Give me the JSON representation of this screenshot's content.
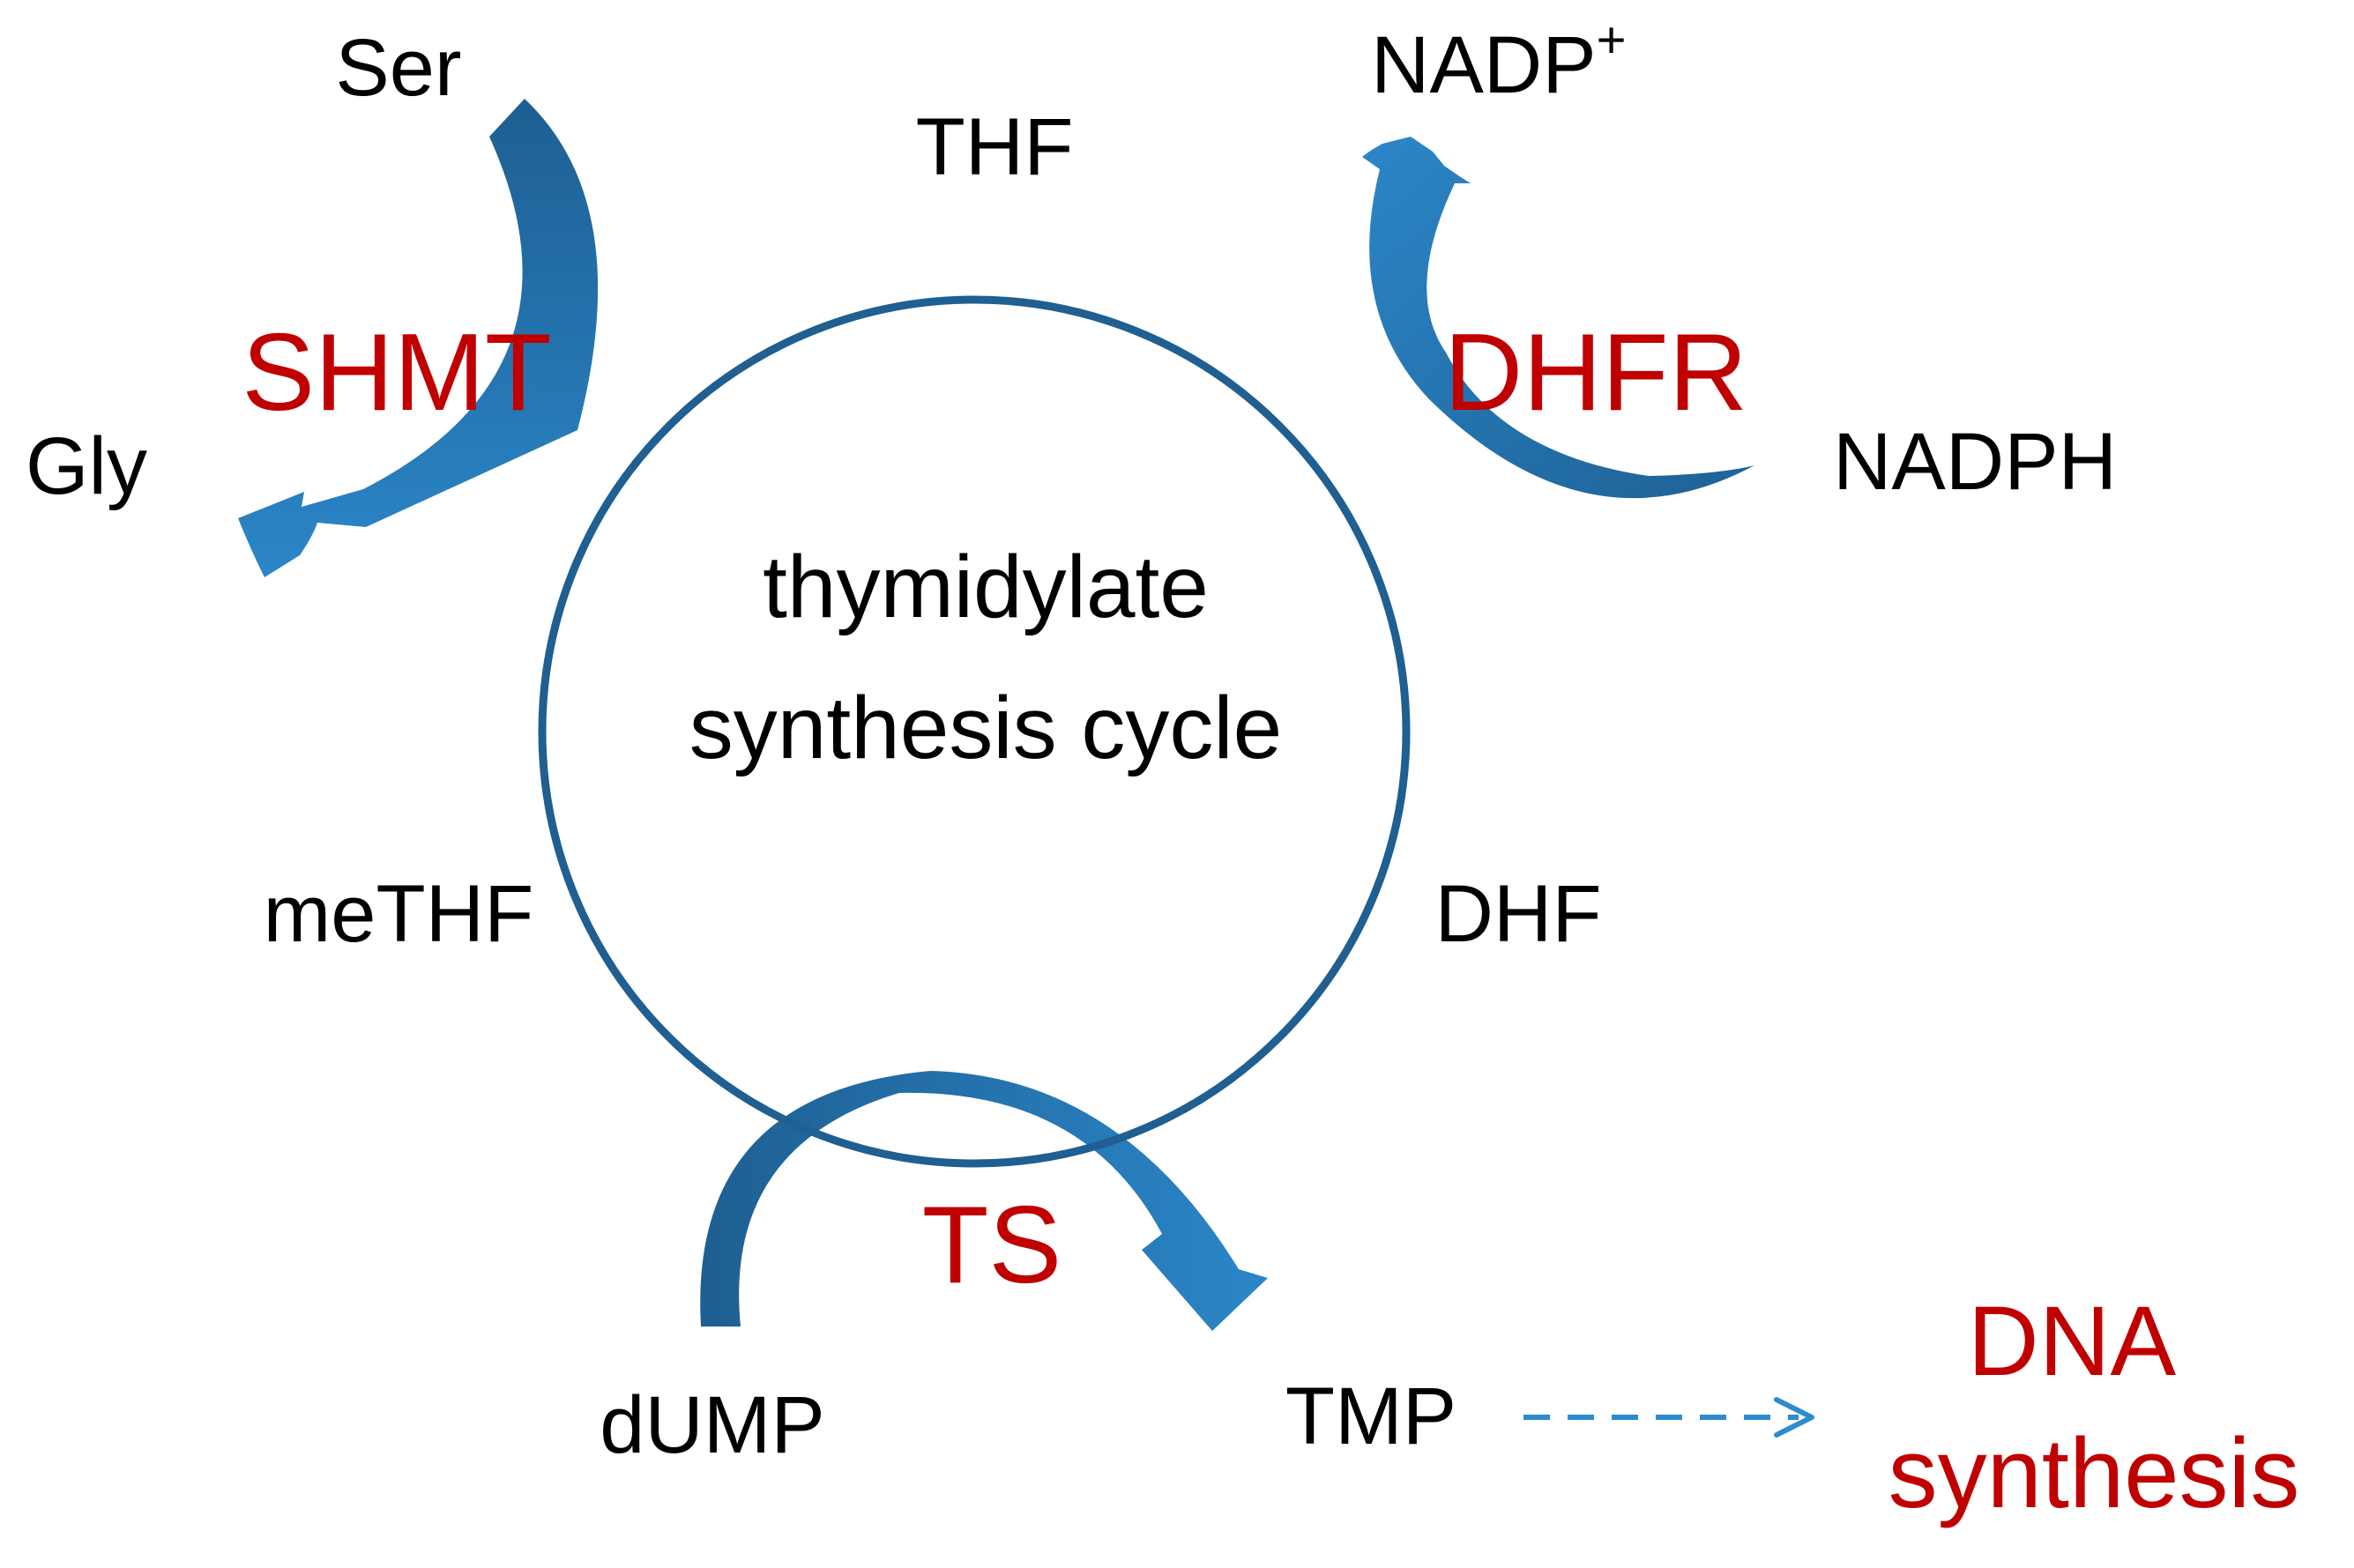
{
  "colors": {
    "cycle_ring": "#1f5f91",
    "arrow_dark": "#1e5f92",
    "arrow_light": "#2b86c8",
    "dashed_arrow": "#2e8bd0",
    "enzyme_text": "#c00000",
    "metabolite_text": "#000000"
  },
  "cycle": {
    "center_line1": "thymidylate",
    "center_line2": "synthesis cycle"
  },
  "metabolites": {
    "thf": "THF",
    "dhf": "DHF",
    "methf": "meTHF",
    "ser": "Ser",
    "gly": "Gly",
    "nadp": "NADP",
    "nadp_charge": "+",
    "nadph": "NADPH",
    "dump": "dUMP",
    "tmp": "TMP"
  },
  "enzymes": {
    "shmt": "SHMT",
    "dhfr": "DHFR",
    "ts": "TS"
  },
  "output": {
    "line1": "DNA",
    "line2": "synthesis"
  }
}
